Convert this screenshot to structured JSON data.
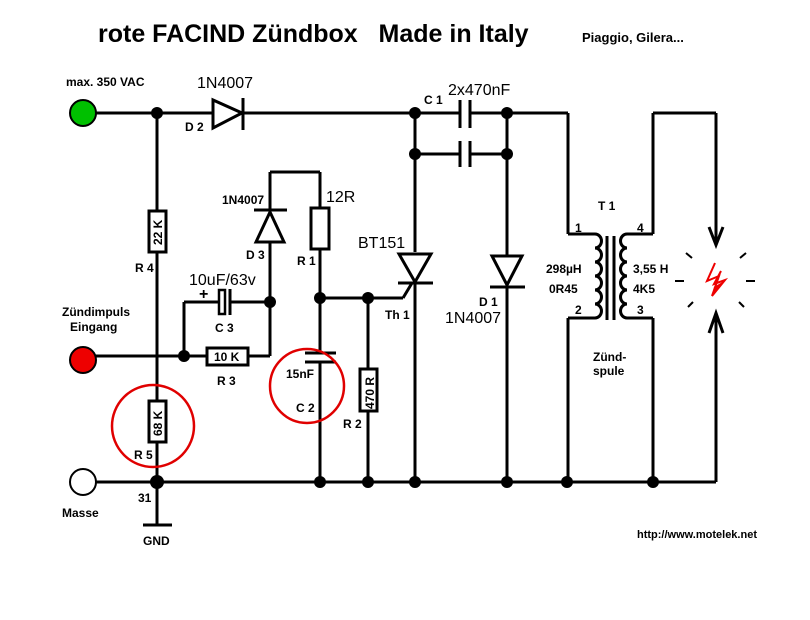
{
  "title": {
    "main": "rote FACIND Zündbox   Made in Italy",
    "sub": "Piaggio, Gilera..."
  },
  "terminals": {
    "supply": {
      "label": "max. 350 VAC",
      "color": "#00c000"
    },
    "trigger": {
      "label_line1": "Zündimpuls",
      "label_line2": "Eingang",
      "color": "#ee0000"
    },
    "ground": {
      "label": "Masse",
      "color": "#ffffff"
    },
    "ground_node": "31",
    "gnd_label": "GND"
  },
  "components": {
    "D2": {
      "ref": "D 2",
      "value": "1N4007"
    },
    "D3": {
      "ref": "D 3",
      "value": "1N4007"
    },
    "D1": {
      "ref": "D 1",
      "value": "1N4007"
    },
    "R1": {
      "ref": "R 1",
      "value": "12R"
    },
    "R2": {
      "ref": "R 2",
      "value": "470 R"
    },
    "R3": {
      "ref": "R 3",
      "value": "10 K"
    },
    "R4": {
      "ref": "R 4",
      "value": "22 K"
    },
    "R5": {
      "ref": "R 5",
      "value": "68 K"
    },
    "C1": {
      "ref": "C 1",
      "value": "2x470nF"
    },
    "C2": {
      "ref": "C 2",
      "value": "15nF"
    },
    "C3": {
      "ref": "C 3",
      "value": "10uF/63v",
      "polarity": "+"
    },
    "Th1": {
      "ref": "Th 1",
      "value": "BT151"
    },
    "T1": {
      "ref": "T 1",
      "primary_pins": [
        "1",
        "2"
      ],
      "secondary_pins": [
        "4",
        "3"
      ],
      "primary_inductance": "298µH",
      "primary_resistance": "0R45",
      "secondary_inductance": "3,55 H",
      "secondary_resistance": "4K5",
      "name_line1": "Zünd-",
      "name_line2": "spule"
    }
  },
  "highlight_color": "#e00000",
  "spark_color": "#ee0000",
  "footer": {
    "url": "http://www.motelek.net"
  }
}
